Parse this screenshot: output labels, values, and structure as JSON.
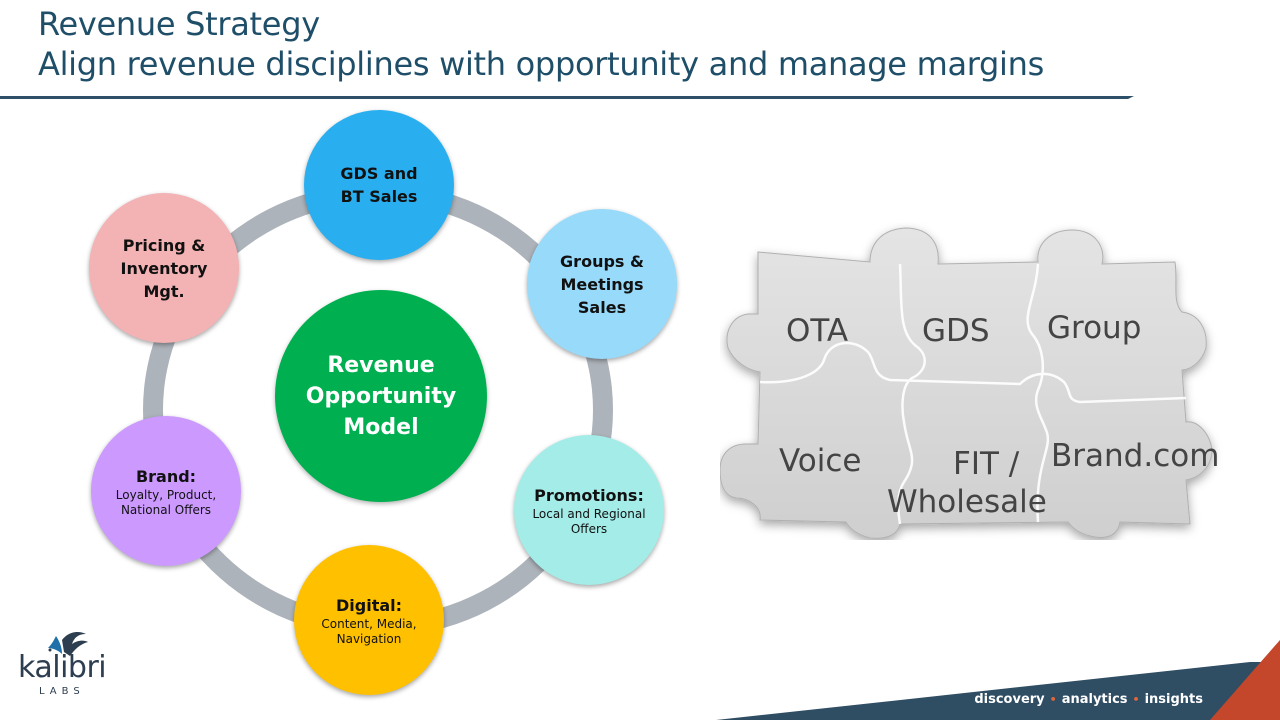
{
  "header": {
    "title_line1": "Revenue Strategy",
    "title_line2": "Align revenue disciplines with opportunity and manage margins"
  },
  "cycle": {
    "center": [
      "Revenue",
      "Opportunity",
      "Model"
    ],
    "nodes": {
      "gds_bt_sales": {
        "title": [
          "GDS and",
          "BT Sales"
        ]
      },
      "groups_meetings_sales": {
        "title": [
          "Groups &",
          "Meetings",
          "Sales"
        ]
      },
      "promotions": {
        "title": [
          "Promotions:"
        ],
        "subtitle": [
          "Local and Regional",
          "Offers"
        ]
      },
      "digital": {
        "title": [
          "Digital:"
        ],
        "subtitle": [
          "Content, Media,",
          "Navigation"
        ]
      },
      "brand": {
        "title": [
          "Brand:"
        ],
        "subtitle": [
          "Loyalty, Product,",
          "National Offers"
        ]
      },
      "pricing_inventory": {
        "title": [
          "Pricing &",
          "Inventory",
          "Mgt."
        ]
      }
    }
  },
  "puzzle": {
    "pieces": [
      "OTA",
      "GDS",
      "Group",
      "Voice",
      "FIT /",
      "Wholesale",
      "Brand.com"
    ]
  },
  "logo": {
    "name": "kalibri",
    "sub": "LABS"
  },
  "footer": {
    "words": [
      "discovery",
      "analytics",
      "insights"
    ],
    "separator": "•"
  },
  "colors": {
    "title": "#1f4e69",
    "center": "#00b050",
    "gds": "#29aff0",
    "groups": "#98dafa",
    "promotions": "#a3ece7",
    "digital": "#ffc000",
    "brand": "#cc99ff",
    "pricing": "#f3b2b3",
    "ring": "#adb3ba",
    "footer_bar": "#2f4d63",
    "footer_accent": "#c5472b"
  }
}
